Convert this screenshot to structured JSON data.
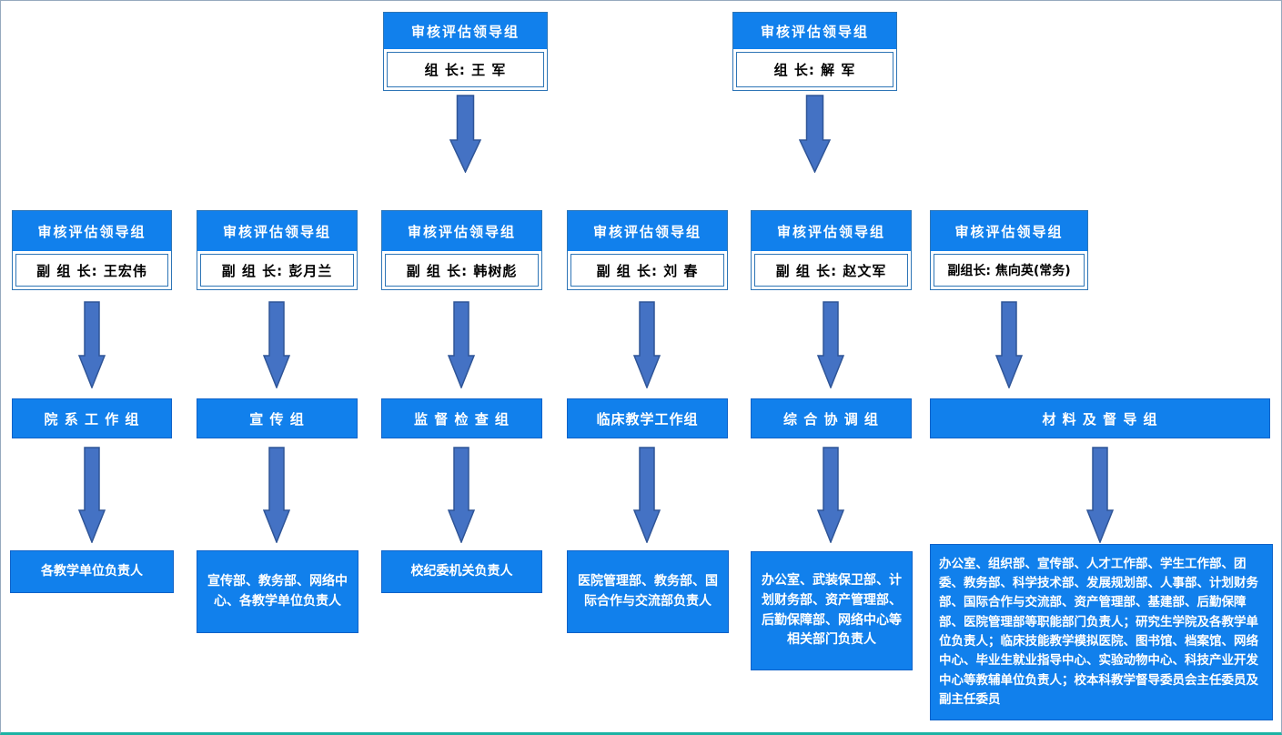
{
  "page": {
    "background": "#ffffff",
    "border_color": "#96aabe",
    "bottom_accent": "#1db3a4"
  },
  "colors": {
    "primary_blue": "#1180ec",
    "box_border": "#2e75b6",
    "solid_border": "#0f62c8",
    "arrow_fill": "#4472c4",
    "arrow_border": "#2f5597"
  },
  "top_leaders": [
    {
      "header": "审核评估领导组",
      "role_line": "组 长: 王 军"
    },
    {
      "header": "审核评估领导组",
      "role_line": "组 长: 解 军"
    }
  ],
  "columns": [
    {
      "header": "审核评估领导组",
      "deputy": "副 组 长: 王宏伟",
      "group": "院 系 工 作 组",
      "members": "各教学单位负责人"
    },
    {
      "header": "审核评估领导组",
      "deputy": "副 组 长: 彭月兰",
      "group": "宣 传 组",
      "members": "宣传部、教务部、网络中心、各教学单位负责人"
    },
    {
      "header": "审核评估领导组",
      "deputy": "副 组 长: 韩树彪",
      "group": "监 督 检 查 组",
      "members": "校纪委机关负责人"
    },
    {
      "header": "审核评估领导组",
      "deputy": "副 组 长: 刘 春",
      "group": "临床教学工作组",
      "members": "医院管理部、教务部、国际合作与交流部负责人"
    },
    {
      "header": "审核评估领导组",
      "deputy": "副 组 长: 赵文军",
      "group": "综 合 协 调 组",
      "members": "办公室、武装保卫部、计划财务部、资产管理部、后勤保障部、网络中心等相关部门负责人"
    },
    {
      "header": "审核评估领导组",
      "deputy": "副组长: 焦向英(常务)",
      "group": "材 料 及 督 导 组",
      "members": "办公室、组织部、宣传部、人才工作部、学生工作部、团委、教务部、科学技术部、发展规划部、人事部、计划财务部、国际合作与交流部、资产管理部、基建部、后勤保障部、医院管理部等职能部门负责人；研究生学院及各教学单位负责人；临床技能教学模拟医院、图书馆、档案馆、网络中心、毕业生就业指导中心、实验动物中心、科技产业开发中心等教辅单位负责人；校本科教学督导委员会主任委员及副主任委员"
    }
  ]
}
